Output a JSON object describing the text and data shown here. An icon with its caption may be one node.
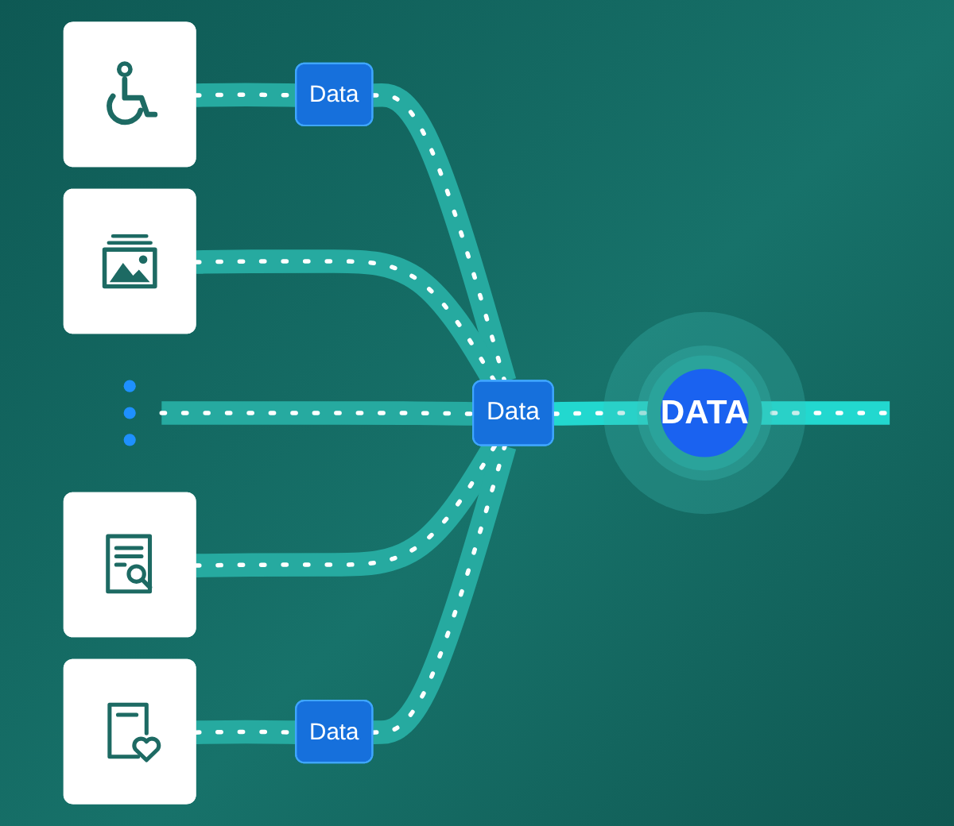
{
  "diagram": {
    "nodes": [
      {
        "text": [],
        "shape": "picture"
      },
      {
        "text": [],
        "shape": "picture"
      },
      {
        "text": [],
        "shape": "dots"
      },
      {
        "text": [],
        "shape": "picture"
      },
      {
        "text": [],
        "shape": "picture"
      },
      {
        "text": [
          "Data"
        ]
      },
      {
        "text": [
          "Data"
        ]
      },
      {
        "text": [
          "Data"
        ]
      },
      {
        "text": [
          "DATA"
        ]
      }
    ],
    "edges": [
      {
        "from": 0,
        "to": 5,
        "arrow": "none"
      },
      {
        "from": 5,
        "to": 7,
        "arrow": "none"
      },
      {
        "from": 1,
        "to": 7,
        "arrow": "none"
      },
      {
        "from": 2,
        "to": 7,
        "arrow": "none"
      },
      {
        "from": 3,
        "to": 7,
        "arrow": "none"
      },
      {
        "from": 4,
        "to": 6,
        "arrow": "none"
      },
      {
        "from": 6,
        "to": 7,
        "arrow": "none"
      },
      {
        "from": 7,
        "to": 8,
        "arrow": "none",
        "color": "#22d8cf"
      },
      {
        "from": 8,
        "to": null,
        "arrow": "none",
        "color": "#22d8cf"
      }
    ]
  }
}
